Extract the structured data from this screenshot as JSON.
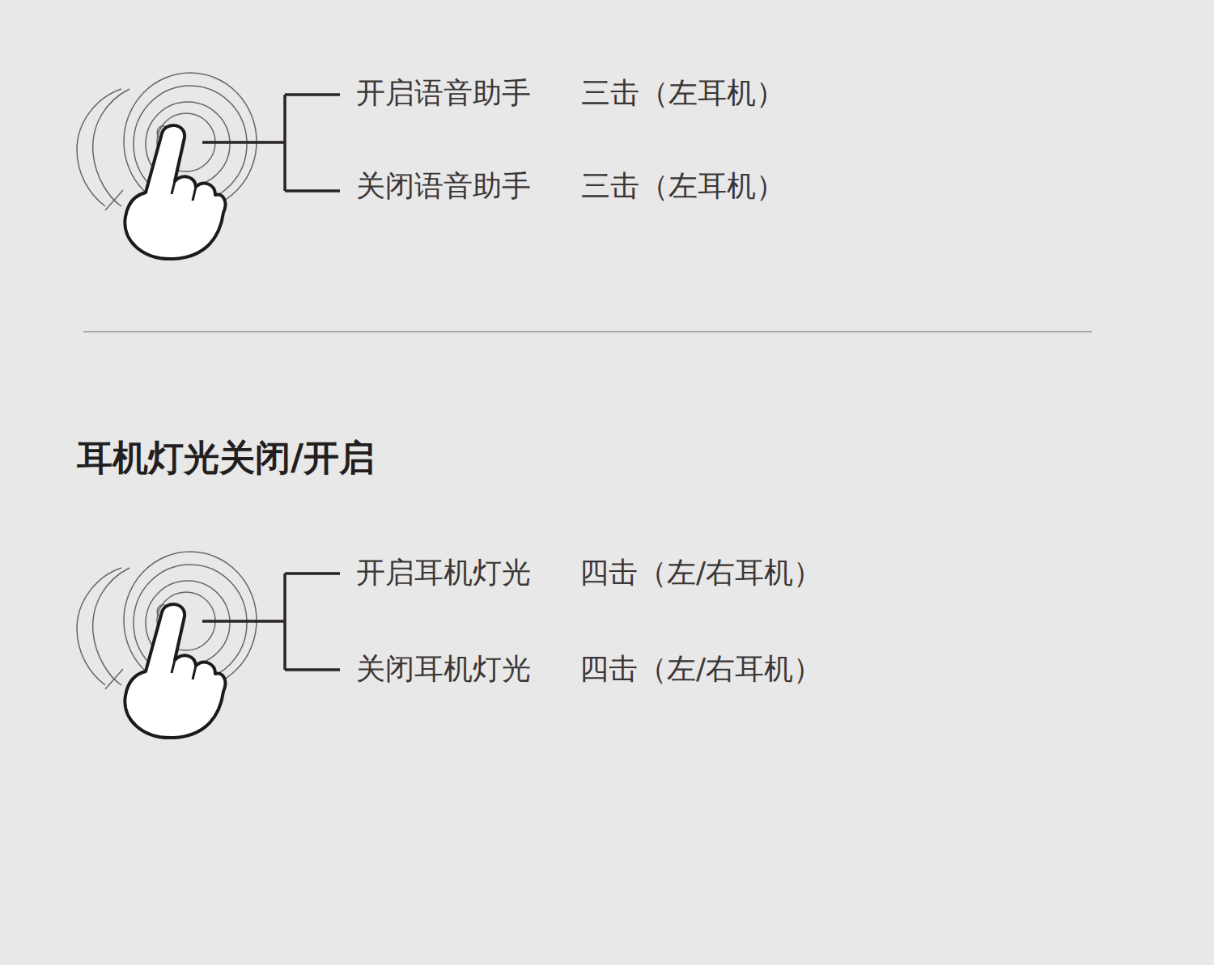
{
  "diagram": {
    "title": "耳机灯光关闭/开启",
    "labels": [
      "开启语音助手",
      "三击（左耳机）",
      "关闭语音助手",
      "三击（左耳机）",
      "开启耳机灯光",
      "四击（左/右耳机）",
      "关闭耳机灯光",
      "四击（左/右耳机）"
    ]
  }
}
